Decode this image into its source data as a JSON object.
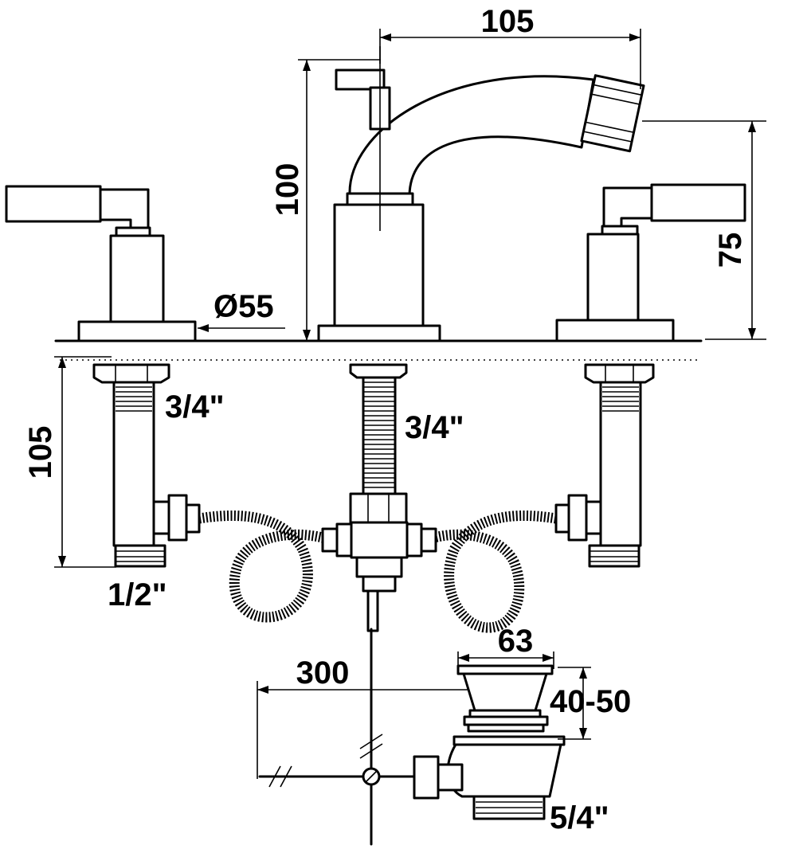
{
  "labels": {
    "spout_reach": "105",
    "spout_height": "100",
    "spout_outlet_height": "75",
    "base_diameter": "Ø55",
    "under_deck_length": "105",
    "inlet_left": "3/4\"",
    "inlet_center": "3/4\"",
    "connection_outlet": "1/2\"",
    "rod_length": "300",
    "waste_diameter": "63",
    "waste_height": "40-50",
    "waste_thread": "5/4\""
  }
}
